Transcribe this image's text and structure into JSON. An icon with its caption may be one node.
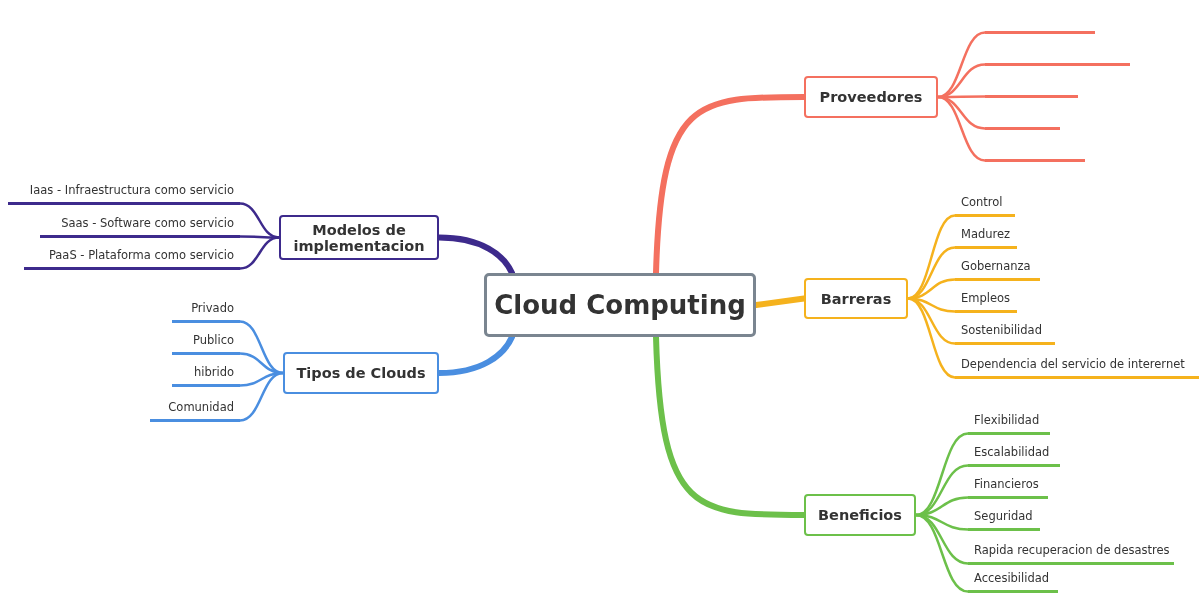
{
  "diagram": {
    "nodes": [
      {
        "text": [
          "Cloud Computing"
        ]
      },
      {
        "text": [
          "Modelos de implementacion"
        ]
      },
      {
        "text": [
          "Iaas - Infraestructura como servicio"
        ]
      },
      {
        "text": [
          "Saas - Software como servicio"
        ]
      },
      {
        "text": [
          "PaaS - Plataforma como servicio"
        ]
      },
      {
        "text": [
          "Tipos de Clouds"
        ]
      },
      {
        "text": [
          "Privado"
        ]
      },
      {
        "text": [
          "Publico"
        ]
      },
      {
        "text": [
          "hibrido"
        ]
      },
      {
        "text": [
          "Comunidad"
        ]
      },
      {
        "text": [
          "Proveedores"
        ]
      },
      {
        "text": [],
        "shape": "bar"
      },
      {
        "text": [],
        "shape": "bar"
      },
      {
        "text": [],
        "shape": "bar"
      },
      {
        "text": [],
        "shape": "bar"
      },
      {
        "text": [],
        "shape": "bar"
      },
      {
        "text": [
          "Barreras"
        ]
      },
      {
        "text": [
          "Control"
        ]
      },
      {
        "text": [
          "Madurez"
        ]
      },
      {
        "text": [
          "Gobernanza"
        ]
      },
      {
        "text": [
          "Empleos"
        ]
      },
      {
        "text": [
          "Sostenibilidad"
        ]
      },
      {
        "text": [
          "Dependencia del servicio de interernet"
        ]
      },
      {
        "text": [
          "Beneficios"
        ]
      },
      {
        "text": [
          "Flexibilidad"
        ]
      },
      {
        "text": [
          "Escalabilidad"
        ]
      },
      {
        "text": [
          "Financieros"
        ]
      },
      {
        "text": [
          "Seguridad"
        ]
      },
      {
        "text": [
          "Rapida recuperacion de desastres"
        ]
      },
      {
        "text": [
          "Accesibilidad"
        ]
      }
    ],
    "edges": [
      {
        "from": 0,
        "to": 1,
        "arrow": "none",
        "style": "thick",
        "color": "#3d2a8c"
      },
      {
        "from": 0,
        "to": 5,
        "arrow": "none",
        "style": "thick",
        "color": "#4a8ee0"
      },
      {
        "from": 0,
        "to": 10,
        "arrow": "none",
        "style": "thick",
        "color": "#f4705f"
      },
      {
        "from": 0,
        "to": 16,
        "arrow": "none",
        "style": "thick",
        "color": "#f5b21d"
      },
      {
        "from": 0,
        "to": 23,
        "arrow": "none",
        "style": "thick",
        "color": "#6cc04a"
      },
      {
        "from": 1,
        "to": 2,
        "arrow": "none",
        "color": "#3d2a8c"
      },
      {
        "from": 1,
        "to": 3,
        "arrow": "none",
        "color": "#3d2a8c"
      },
      {
        "from": 1,
        "to": 4,
        "arrow": "none",
        "color": "#3d2a8c"
      },
      {
        "from": 5,
        "to": 6,
        "arrow": "none",
        "color": "#4a8ee0"
      },
      {
        "from": 5,
        "to": 7,
        "arrow": "none",
        "color": "#4a8ee0"
      },
      {
        "from": 5,
        "to": 8,
        "arrow": "none",
        "color": "#4a8ee0"
      },
      {
        "from": 5,
        "to": 9,
        "arrow": "none",
        "color": "#4a8ee0"
      },
      {
        "from": 10,
        "to": 11,
        "arrow": "none",
        "color": "#f4705f"
      },
      {
        "from": 10,
        "to": 12,
        "arrow": "none",
        "color": "#f4705f"
      },
      {
        "from": 10,
        "to": 13,
        "arrow": "none",
        "color": "#f4705f"
      },
      {
        "from": 10,
        "to": 14,
        "arrow": "none",
        "color": "#f4705f"
      },
      {
        "from": 10,
        "to": 15,
        "arrow": "none",
        "color": "#f4705f"
      },
      {
        "from": 16,
        "to": 17,
        "arrow": "none",
        "color": "#f5b21d"
      },
      {
        "from": 16,
        "to": 18,
        "arrow": "none",
        "color": "#f5b21d"
      },
      {
        "from": 16,
        "to": 19,
        "arrow": "none",
        "color": "#f5b21d"
      },
      {
        "from": 16,
        "to": 20,
        "arrow": "none",
        "color": "#f5b21d"
      },
      {
        "from": 16,
        "to": 21,
        "arrow": "none",
        "color": "#f5b21d"
      },
      {
        "from": 16,
        "to": 22,
        "arrow": "none",
        "color": "#f5b21d"
      },
      {
        "from": 23,
        "to": 24,
        "arrow": "none",
        "color": "#6cc04a"
      },
      {
        "from": 23,
        "to": 25,
        "arrow": "none",
        "color": "#6cc04a"
      },
      {
        "from": 23,
        "to": 26,
        "arrow": "none",
        "color": "#6cc04a"
      },
      {
        "from": 23,
        "to": 27,
        "arrow": "none",
        "color": "#6cc04a"
      },
      {
        "from": 23,
        "to": 28,
        "arrow": "none",
        "color": "#6cc04a"
      },
      {
        "from": 23,
        "to": 29,
        "arrow": "none",
        "color": "#6cc04a"
      }
    ]
  }
}
